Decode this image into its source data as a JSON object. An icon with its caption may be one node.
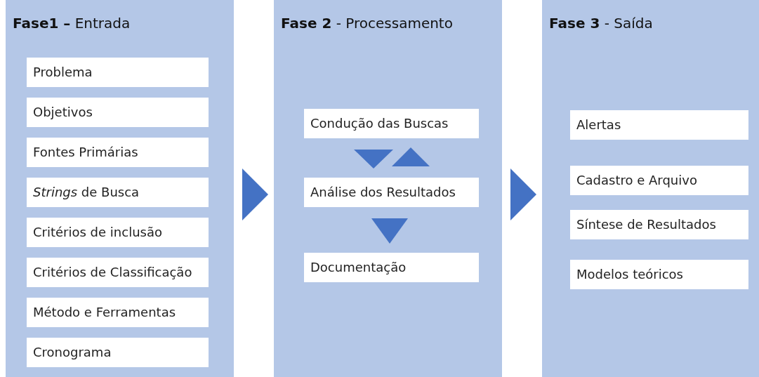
{
  "diagram": {
    "nodes": [
      {
        "text": [
          "**Fase1 –** Entrada"
        ]
      },
      {
        "text": [
          "Problema"
        ],
        "in": 0
      },
      {
        "text": [
          "Objetivos"
        ],
        "in": 0
      },
      {
        "text": [
          "Fontes Primárias"
        ],
        "in": 0
      },
      {
        "text": [
          "*Strings* de Busca"
        ],
        "in": 0
      },
      {
        "text": [
          "Critérios de inclusão"
        ],
        "in": 0
      },
      {
        "text": [
          "Critérios de Classificação"
        ],
        "in": 0
      },
      {
        "text": [
          "Método e Ferramentas"
        ],
        "in": 0
      },
      {
        "text": [
          "Cronograma"
        ],
        "in": 0
      },
      {
        "text": [
          "**Fase 2** - Processamento"
        ]
      },
      {
        "text": [
          "Condução das Buscas"
        ],
        "in": 9
      },
      {
        "text": [
          "Análise dos Resultados"
        ],
        "in": 9
      },
      {
        "text": [
          "Documentação"
        ],
        "in": 9
      },
      {
        "text": [
          "**Fase 3** - Saída"
        ]
      },
      {
        "text": [
          "Alertas"
        ],
        "in": 13
      },
      {
        "text": [
          "Cadastro e Arquivo"
        ],
        "in": 13
      },
      {
        "text": [
          "Síntese de Resultados"
        ],
        "in": 13
      },
      {
        "text": [
          "Modelos teóricos"
        ],
        "in": 13
      }
    ],
    "edges": [
      {
        "from": 0,
        "to": 9,
        "arrow": "to"
      },
      {
        "from": 9,
        "to": 13,
        "arrow": "to"
      },
      {
        "from": 10,
        "to": 11,
        "arrow": "to"
      },
      {
        "from": 11,
        "to": 10,
        "arrow": "to"
      },
      {
        "from": 11,
        "to": 12,
        "arrow": "to"
      }
    ]
  }
}
